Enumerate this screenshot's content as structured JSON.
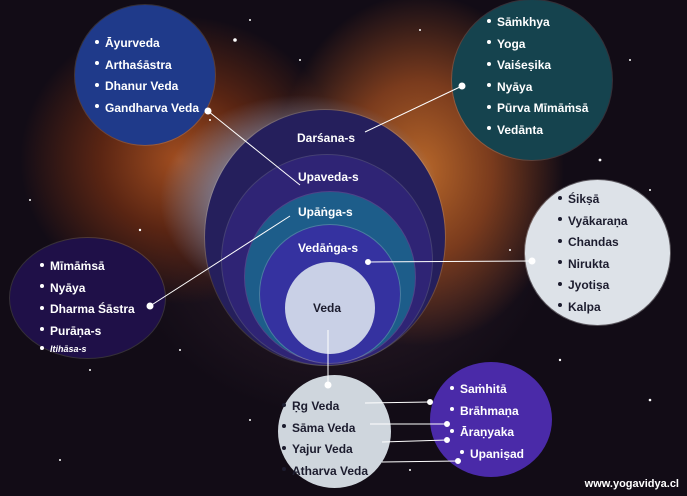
{
  "central": {
    "darsana": "Darśana-s",
    "upaveda": "Upaveda-s",
    "upanga": "Upāṅga-s",
    "vedanga": "Vedāṅga-s",
    "veda": "Veda"
  },
  "upaveda_list": [
    "Āyurveda",
    "Arthaśāstra",
    "Dhanur Veda",
    "Gandharva Veda"
  ],
  "darsana_list": [
    "Sāṁkhya",
    "Yoga",
    "Vaiśeṣika",
    "Nyāya",
    "Pūrva Mīmāṁsā",
    "Vedānta"
  ],
  "vedanga_list": [
    "Śikṣā",
    "Vyākaraṇa",
    "Chandas",
    "Nirukta",
    "Jyotiṣa",
    "Kalpa"
  ],
  "upanga_list": [
    "Mīmāṁsā",
    "Nyāya",
    "Dharma Śāstra",
    "Purāṇa-s",
    "Itihāsa-s"
  ],
  "veda_list": [
    "Ṛg Veda",
    "Sāma Veda",
    "Yajur Veda",
    "Atharva Veda"
  ],
  "veda_parts": [
    "Saṁhitā",
    "Brāhmaṇa",
    "Āraṇyaka",
    "Upaniṣad"
  ],
  "footer": "www.yogavidya.cl",
  "colors": {
    "darsana_ring": "#251f5c",
    "upaveda_ring": "#2f2475",
    "upanga_ring": "#1d5d8a",
    "vedanga_ring": "#3532a0",
    "veda_core": "#c9d0e6"
  }
}
